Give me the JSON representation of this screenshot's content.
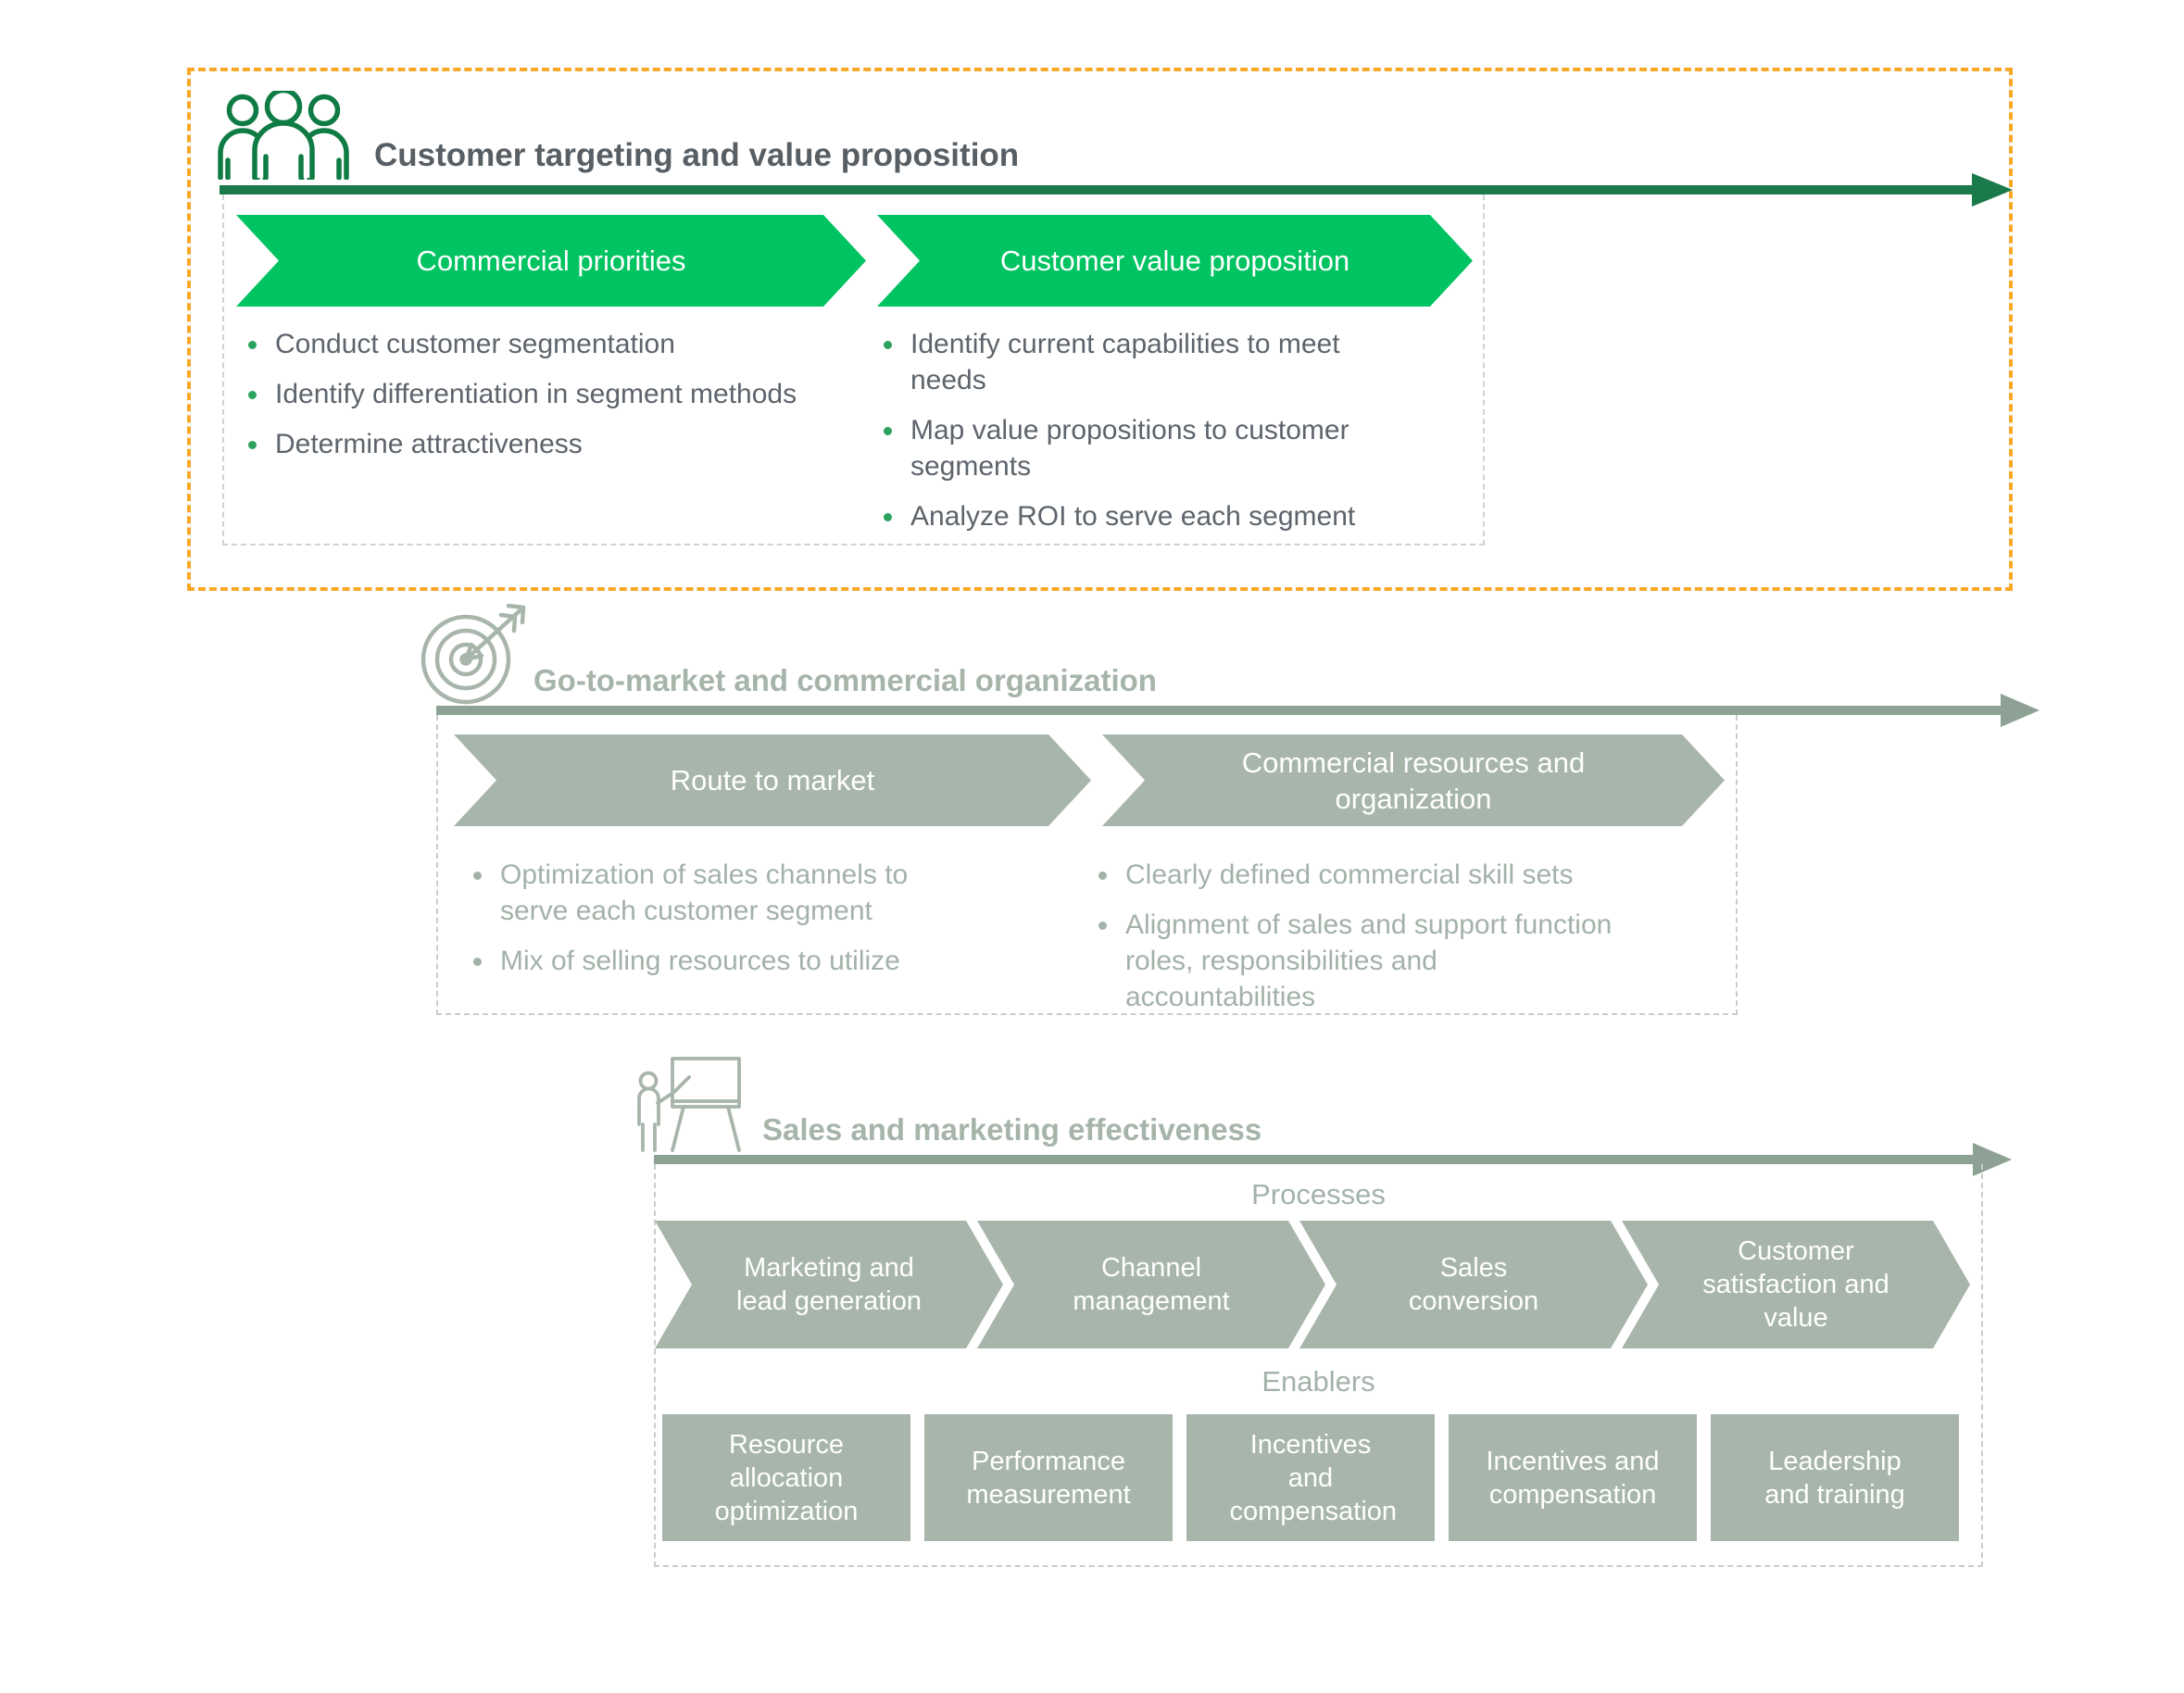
{
  "colors": {
    "bright_green": "#00C361",
    "dark_green_arrow": "#1A7A4A",
    "icon_green": "#107C45",
    "sage_fill": "#A8B5AB",
    "sage_arrow": "#8DA194",
    "sage_text": "#A3B2A8",
    "orange_border": "#F7A826",
    "body_text_gray": "#5D646B",
    "title_gray": "#575E64"
  },
  "sections": [
    {
      "title": "Customer targeting and value proposition",
      "icon": "people-icon",
      "columns": [
        {
          "banner": "Commercial priorities",
          "bullets": [
            "Conduct customer segmentation",
            "Identify differentiation in segment methods",
            "Determine attractiveness"
          ]
        },
        {
          "banner": "Customer value proposition",
          "bullets": [
            "Identify current capabilities to meet needs",
            "Map value propositions to customer segments",
            "Analyze ROI to serve each segment"
          ]
        }
      ]
    },
    {
      "title": "Go-to-market and commercial organization",
      "icon": "target-icon",
      "columns": [
        {
          "banner": "Route to market",
          "bullets": [
            "Optimization of sales channels to serve each customer segment",
            "Mix of selling resources to utilize"
          ]
        },
        {
          "banner": "Commercial resources and organization",
          "bullets": [
            "Clearly defined commercial skill sets",
            "Alignment of sales and support function roles, responsibilities and accountabilities"
          ]
        }
      ]
    },
    {
      "title": "Sales and marketing effectiveness",
      "icon": "presenter-icon",
      "processes_label": "Processes",
      "processes": [
        "Marketing and lead generation",
        "Channel management",
        "Sales conversion",
        "Customer satisfaction and value"
      ],
      "enablers_label": "Enablers",
      "enablers": [
        "Resource allocation optimization",
        "Performance measurement",
        "Incentives and compensation",
        "Incentives and compensation",
        "Leadership and training"
      ]
    }
  ]
}
